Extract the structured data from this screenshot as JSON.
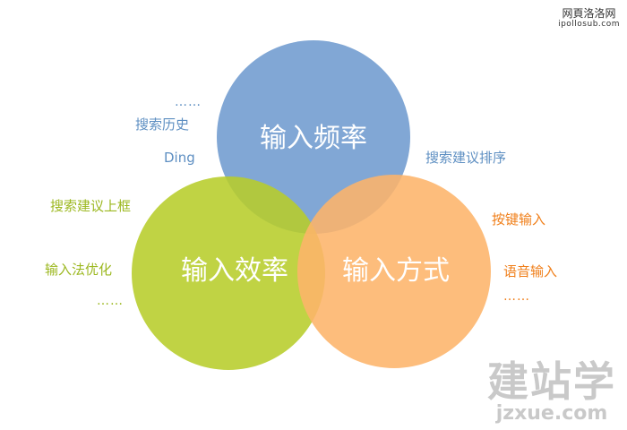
{
  "circles": [
    {
      "label": "输入频率",
      "color": "#6f9bcf"
    },
    {
      "label": "输入效率",
      "color": "#b7cd2a"
    },
    {
      "label": "输入方式",
      "color": "#fdb46a"
    }
  ],
  "left_top": {
    "dots": "……",
    "items": [
      "搜索历史",
      "Ding"
    ]
  },
  "right_top": {
    "items": [
      "搜索建议排序"
    ]
  },
  "left_bottom": {
    "items": [
      "搜索建议上框",
      "输入法优化"
    ],
    "dots": "……"
  },
  "right_bottom": {
    "items": [
      "按键输入",
      "语音输入"
    ],
    "dots": "……"
  },
  "watermark_top": {
    "line1": "网頁洛洛网",
    "line2": "ipollosub.com"
  },
  "watermark_bottom": {
    "line1": "建站学",
    "line2": "jzxue.com"
  },
  "colors": {
    "blue_text": "#5e8fc2",
    "green_text": "#9cb820",
    "orange_text": "#f07f1a"
  }
}
